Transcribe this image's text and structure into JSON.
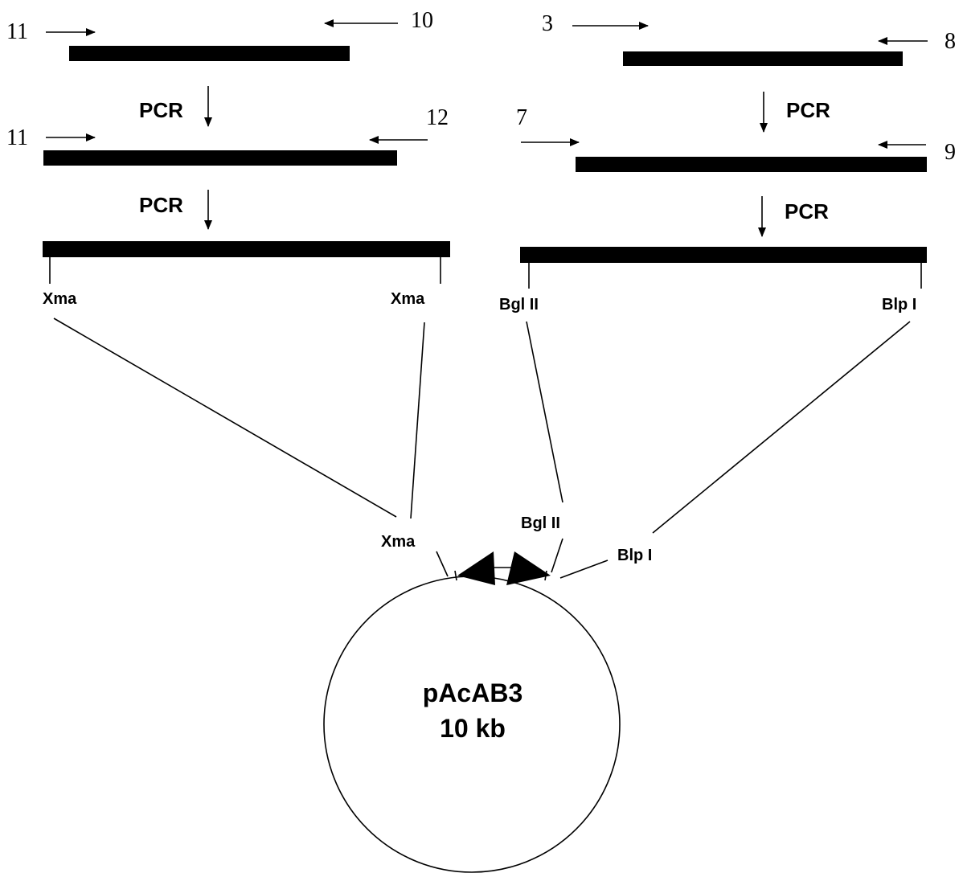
{
  "primers": {
    "p11a": "11",
    "p10": "10",
    "p3": "3",
    "p8": "8",
    "p11b": "11",
    "p12": "12",
    "p7": "7",
    "p9": "9"
  },
  "steps": {
    "left_pcr_1": "PCR",
    "left_pcr_2": "PCR",
    "right_pcr_1": "PCR",
    "right_pcr_2": "PCR"
  },
  "sites": {
    "xma_left": "Xma",
    "xma_right": "Xma",
    "bgl_fragment": "Bgl II",
    "blp_fragment": "Blp I",
    "xma_vector": "Xma",
    "bgl_vector": "Bgl II",
    "blp_vector": "Blp I"
  },
  "vector": {
    "name": "pAcAB3",
    "size": "10 kb"
  }
}
